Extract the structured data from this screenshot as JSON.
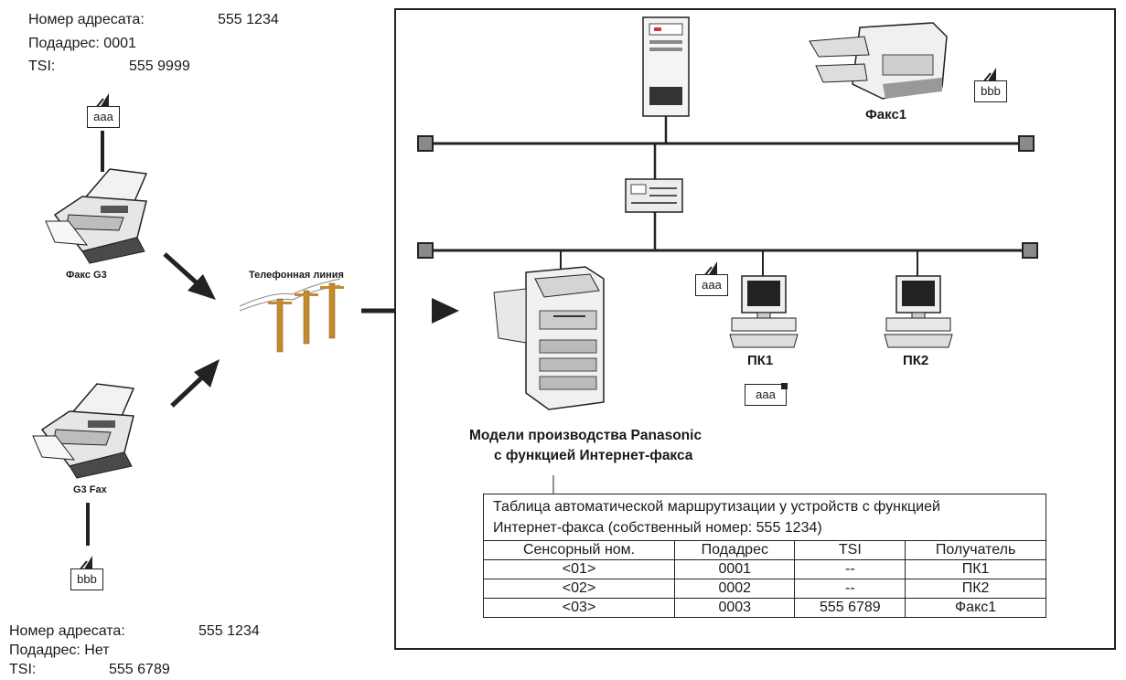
{
  "sender_top": {
    "dest_label": "Номер адресата:",
    "dest_value": "555 1234",
    "sub_line": "Подадрес:  0001",
    "tsi_label": "TSI:",
    "tsi_value": "555 9999",
    "doc": "aaa",
    "fax_label": "Факс G3"
  },
  "sender_bottom": {
    "dest_label": "Номер адресата:",
    "dest_value": "555 1234",
    "sub_line": "Подадрес:  Нет",
    "tsi_label": "TSI:",
    "tsi_value": "555 6789",
    "doc": "bbb",
    "fax_label": "G3 Fax"
  },
  "phone_line_label": "Телефонная линия",
  "network": {
    "fax1_label": "Факс1",
    "fax1_doc": "bbb",
    "mfp_label_line1": "Модели производства Panasonic",
    "mfp_label_line2": "с функцией Интернет-факса",
    "pc1_label": "ПК1",
    "pc2_label": "ПК2",
    "pc1_doc": "aaa",
    "pc1_inbox": "aaa"
  },
  "routing_table": {
    "caption_line1": "Таблица автоматической маршрутизации у устройств с функцией",
    "caption_line2": "Интернет-факса (собственный номер: 555 1234)",
    "headers": [
      "Сенсорный ном.",
      "Подадрес",
      "TSI",
      "Получатель"
    ],
    "rows": [
      [
        "<01>",
        "0001",
        "--",
        "ПК1"
      ],
      [
        "<02>",
        "0002",
        "--",
        "ПК2"
      ],
      [
        "<03>",
        "0003",
        "555 6789",
        "Факс1"
      ]
    ]
  }
}
